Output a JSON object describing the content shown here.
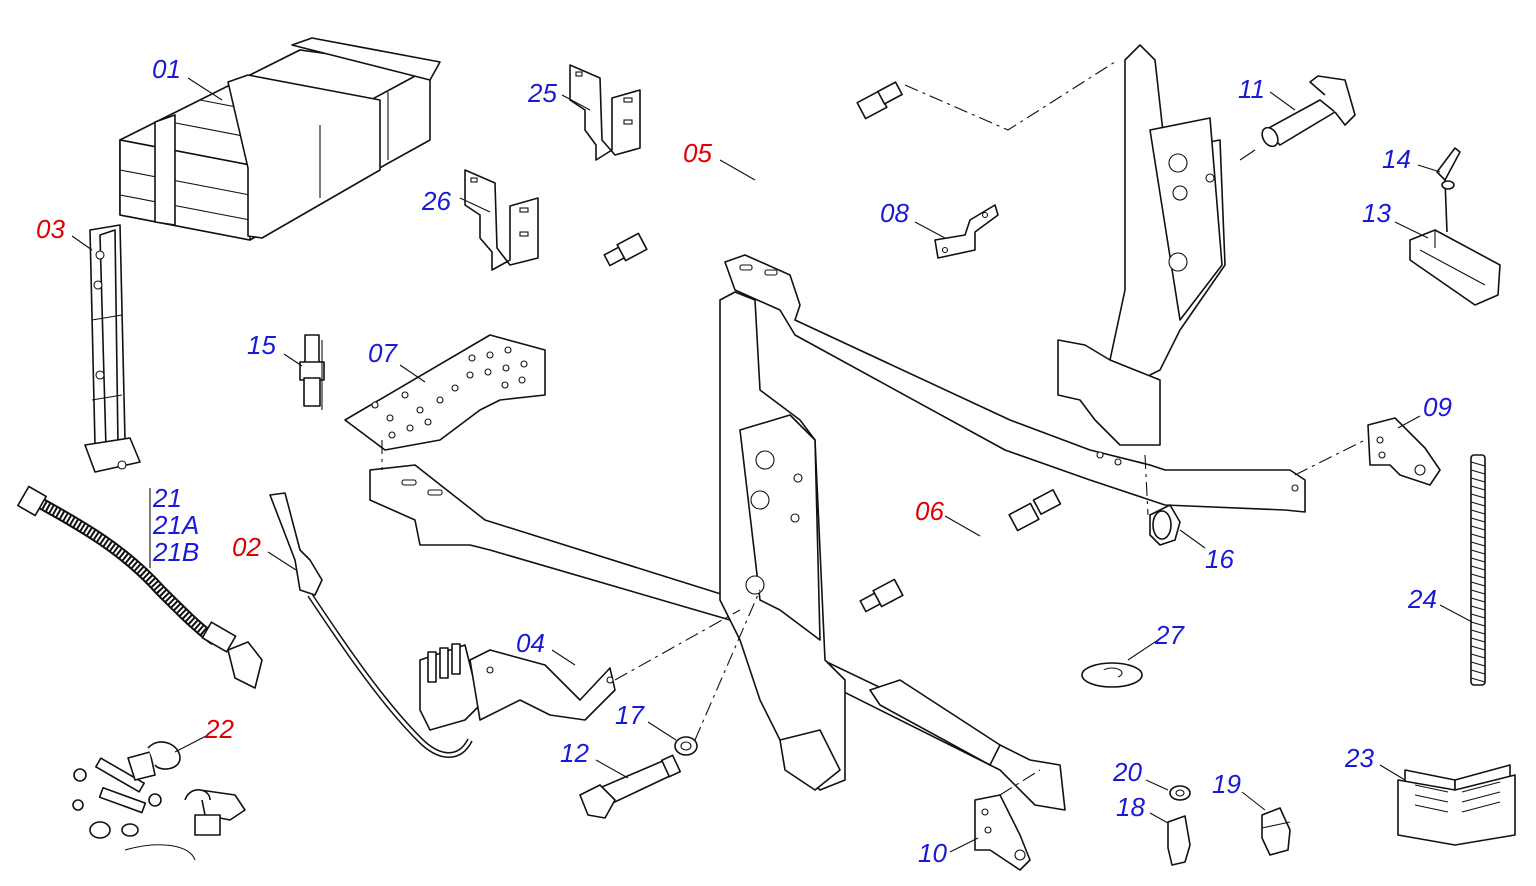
{
  "labels": {
    "p01": "01",
    "p02": "02",
    "p03": "03",
    "p04": "04",
    "p05": "05",
    "p06": "06",
    "p07": "07",
    "p08": "08",
    "p09": "09",
    "p10": "10",
    "p11": "11",
    "p12": "12",
    "p13": "13",
    "p14": "14",
    "p15": "15",
    "p16": "16",
    "p17": "17",
    "p18": "18",
    "p19": "19",
    "p20": "20",
    "p21": "21",
    "p21a": "21A",
    "p21b": "21B",
    "p22": "22",
    "p23": "23",
    "p24": "24",
    "p25": "25",
    "p26": "26",
    "p27": "27"
  },
  "colors": {
    "standard_label": "#1a1ad6",
    "highlighted_label": "#e00000",
    "line": "#111111"
  }
}
